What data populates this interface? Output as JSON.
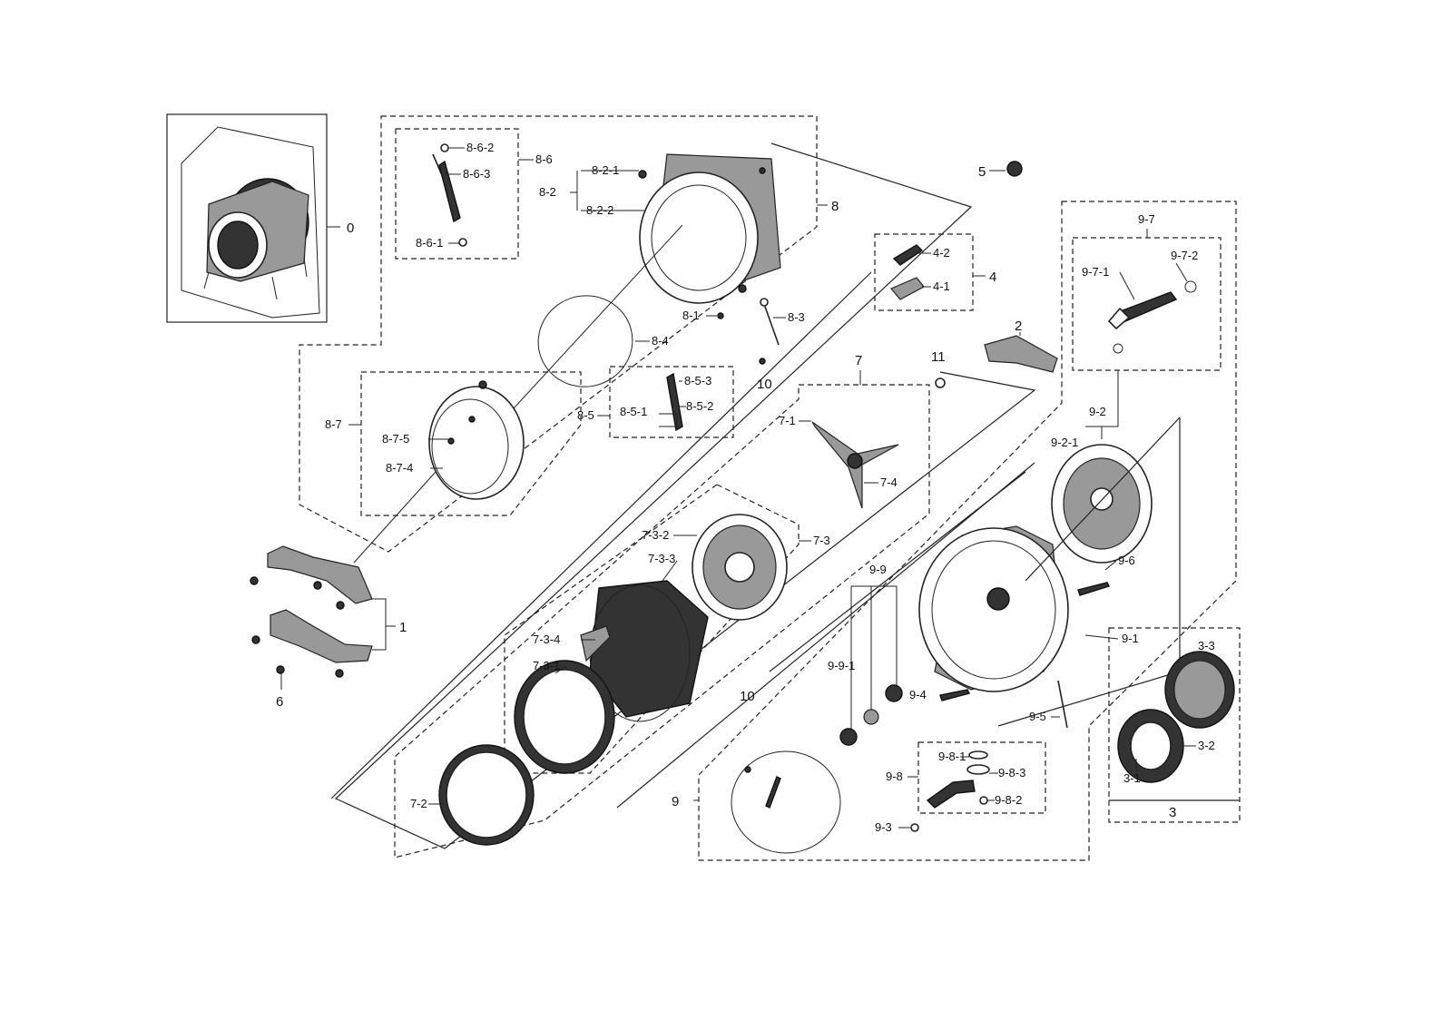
{
  "labels": {
    "l0": "0",
    "l1": "1",
    "l2": "2",
    "l3": "3",
    "l3_1": "3-1",
    "l3_2": "3-2",
    "l3_3": "3-3",
    "l4": "4",
    "l4_1": "4-1",
    "l4_2": "4-2",
    "l5": "5",
    "l6": "6",
    "l7": "7",
    "l7_1": "7-1",
    "l7_2": "7-2",
    "l7_3": "7-3",
    "l7_3_1": "7-3-1",
    "l7_3_2": "7-3-2",
    "l7_3_3": "7-3-3",
    "l7_3_4": "7-3-4",
    "l7_4": "7-4",
    "l8": "8",
    "l8_1": "8-1",
    "l8_2": "8-2",
    "l8_2_1": "8-2-1",
    "l8_2_2": "8-2-2",
    "l8_3": "8-3",
    "l8_4": "8-4",
    "l8_5": "8-5",
    "l8_5_1": "8-5-1",
    "l8_5_2": "8-5-2",
    "l8_5_3": "8-5-3",
    "l8_6": "8-6",
    "l8_6_1": "8-6-1",
    "l8_6_2": "8-6-2",
    "l8_6_3": "8-6-3",
    "l8_7": "8-7",
    "l8_7_4": "8-7-4",
    "l8_7_5": "8-7-5",
    "l9": "9",
    "l9_1": "9-1",
    "l9_2": "9-2",
    "l9_2_1": "9-2-1",
    "l9_3": "9-3",
    "l9_4": "9-4",
    "l9_5": "9-5",
    "l9_6": "9-6",
    "l9_7": "9-7",
    "l9_7_1": "9-7-1",
    "l9_7_2": "9-7-2",
    "l9_8": "9-8",
    "l9_8_1": "9-8-1",
    "l9_8_2": "9-8-2",
    "l9_8_3": "9-8-3",
    "l9_9": "9-9",
    "l9_9_1": "9-9-1",
    "l10a": "10",
    "l10b": "10",
    "l11": "11"
  }
}
